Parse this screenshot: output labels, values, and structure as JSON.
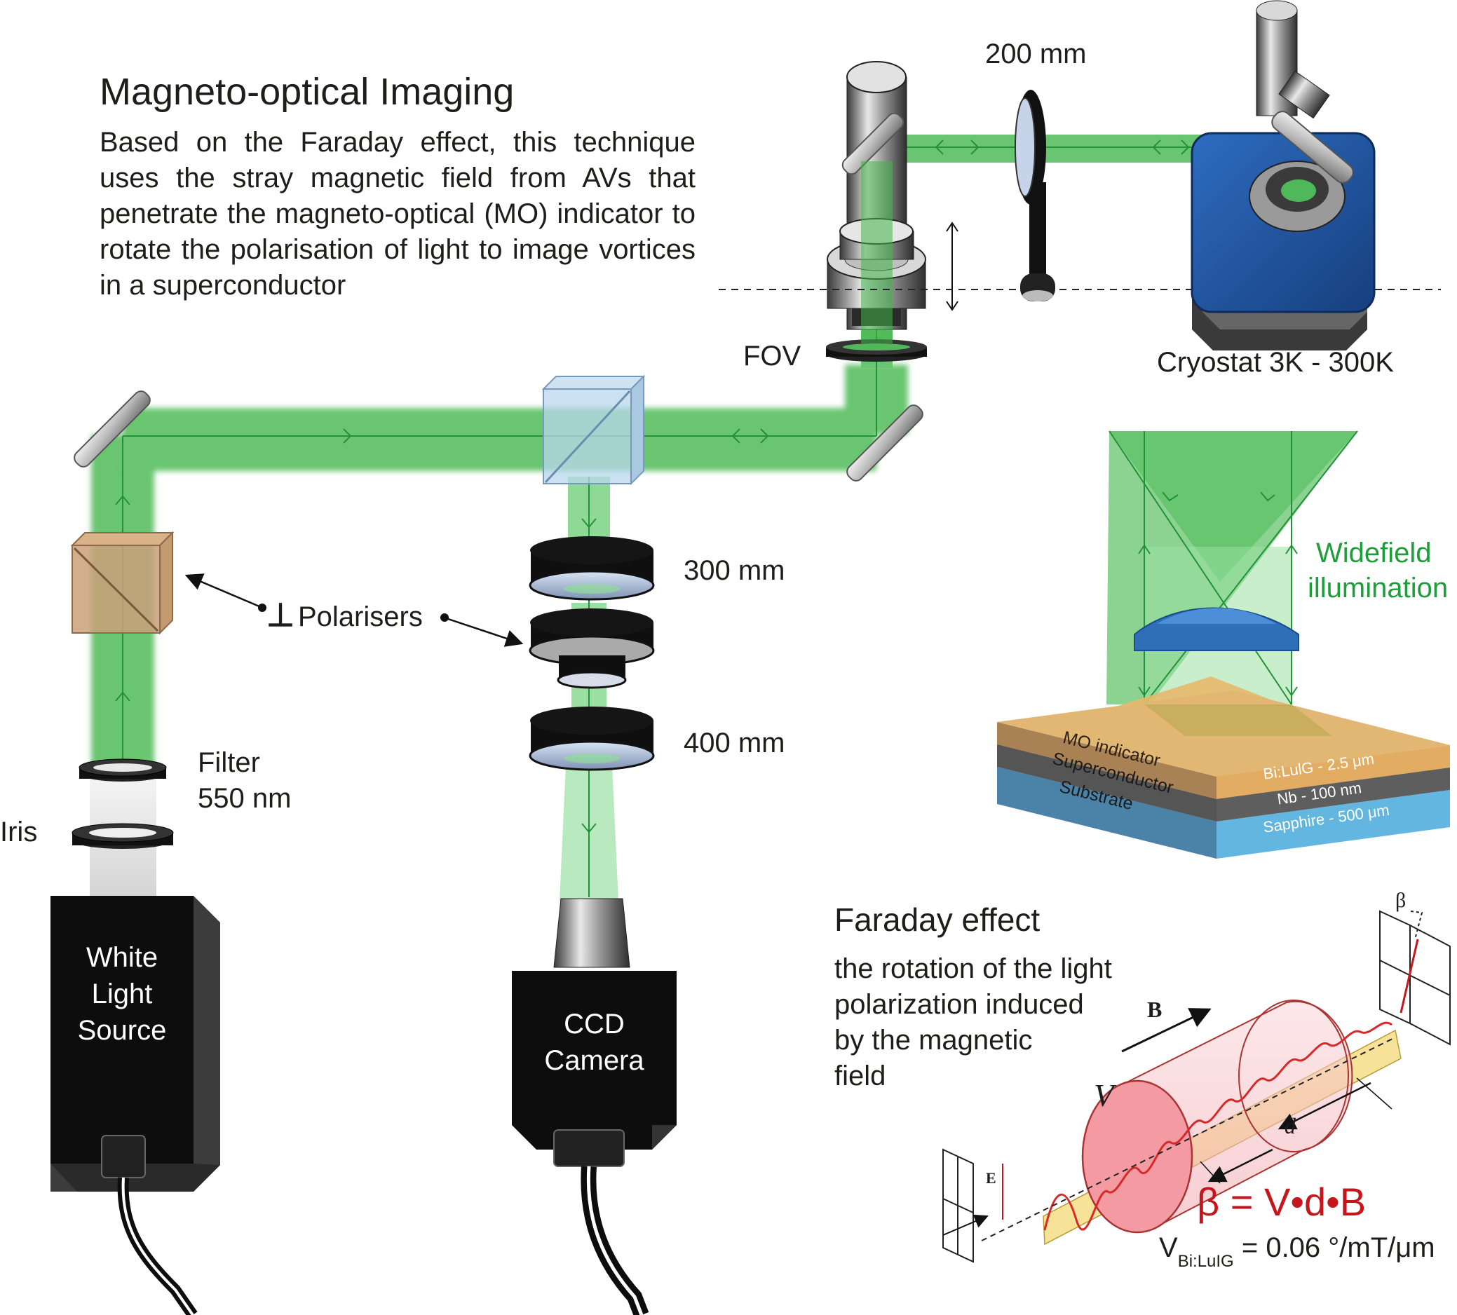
{
  "header": {
    "title": "Magneto-optical Imaging",
    "description": "Based on the Faraday effect, this technique uses the stray magnetic field from AVs that penetrate the magneto-optical (MO) indicator to rotate the polarisation of light to image vortices in a superconductor"
  },
  "labels": {
    "lens_200": "200 mm",
    "fov": "FOV",
    "cryostat": "Cryostat 3K - 300K",
    "lens_300": "300 mm",
    "lens_400": "400 mm",
    "polarisers": "Polarisers",
    "perp_symbol": "⊥",
    "filter_1": "Filter",
    "filter_2": "550 nm",
    "iris": "Iris",
    "widefield_1": "Widefield",
    "widefield_2": "illumination"
  },
  "devices": {
    "light_source": [
      "White",
      "Light",
      "Source"
    ],
    "ccd_camera": [
      "CCD",
      "Camera"
    ]
  },
  "sample_stack": {
    "layers": [
      {
        "name": "MO indicator",
        "material": "Bi:LulG - 2.5 μm",
        "color": "#d9a860"
      },
      {
        "name": "Superconductor",
        "material": "Nb - 100 nm",
        "color": "#5a5a5a"
      },
      {
        "name": "Substrate",
        "material": "Sapphire - 500 μm",
        "color": "#5fb4da"
      }
    ]
  },
  "faraday": {
    "title": "Faraday effect",
    "description_lines": [
      "the rotation of the light",
      "polarization induced",
      "by the magnetic",
      "field"
    ],
    "label_B": "B",
    "label_V": "V",
    "label_d": "d",
    "label_E": "E",
    "label_beta": "β",
    "equation": "β = V•d•B",
    "verdet_V": "V",
    "verdet_sub": "Bi:LuIG",
    "verdet_value": " = 0.06 °/mT/μm"
  },
  "colors": {
    "beam": "#3fb549",
    "beam_line": "#2b9a3a",
    "widefield_text": "#1e9e3a",
    "equation_red": "#c4161c",
    "cryostat_blue": "#1f4f9a",
    "housing_black": "#0d0d0d"
  }
}
